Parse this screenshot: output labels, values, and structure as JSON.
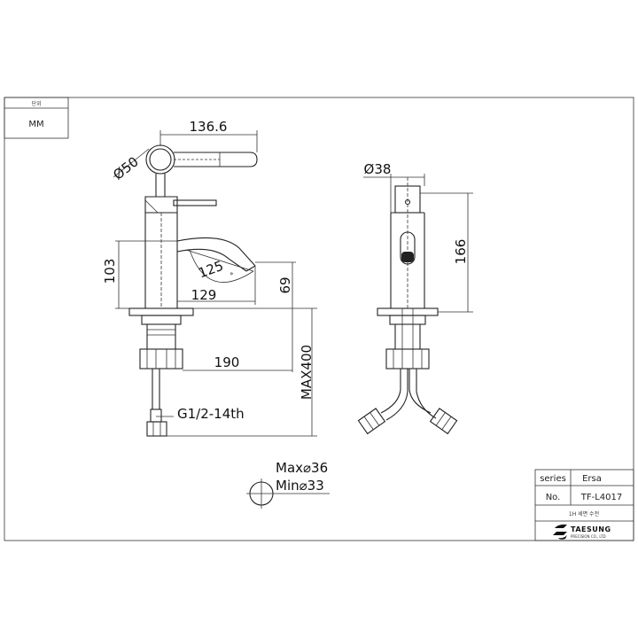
{
  "unit_box": {
    "label": "단위",
    "value": "MM"
  },
  "dimensions": {
    "handle_length": "136.6",
    "handle_diameter": "Ø50",
    "body_diameter": "Ø38",
    "spout_angle": "125",
    "spout_angle_unit": "°",
    "spout_reach": "129",
    "height_left": "103",
    "spout_height": "69",
    "total_height": "166",
    "hose_reach": "190",
    "hose_length": "MAX400",
    "thread": "G1/2-14th"
  },
  "hole_spec": {
    "max": "Max⌀36",
    "min": "Min⌀33"
  },
  "title_block": {
    "series_label": "series",
    "series_value": "Ersa",
    "no_label": "No.",
    "no_value": "TF-L4017",
    "description": "1H  세면 수전",
    "brand": "TAESUNG",
    "brand_sub": "PRECISION CO., LTD"
  }
}
